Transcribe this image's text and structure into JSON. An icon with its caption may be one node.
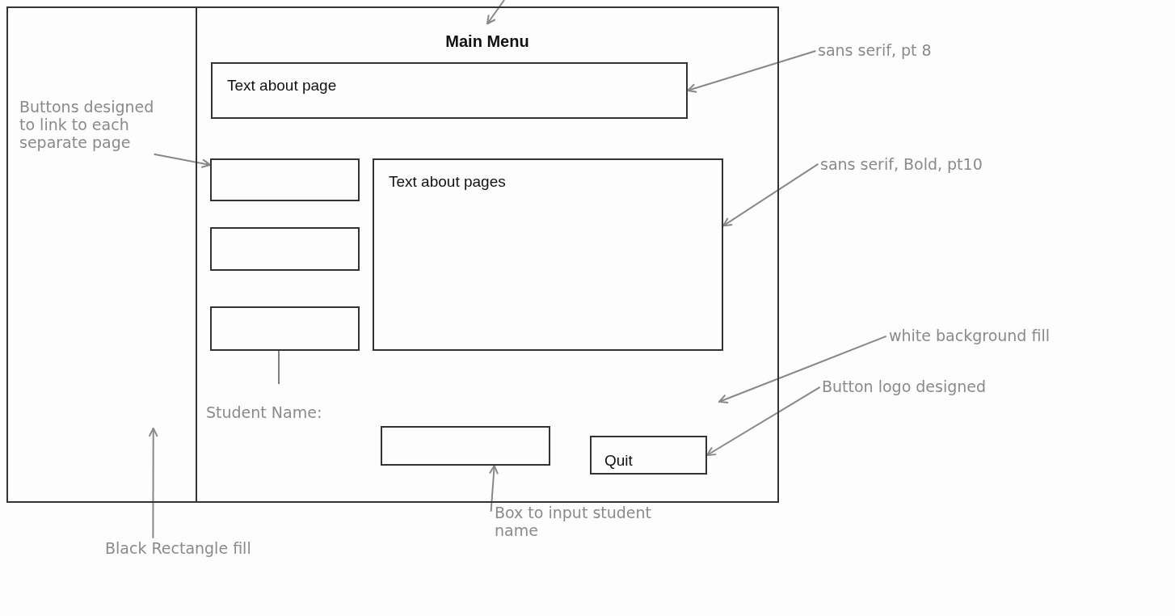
{
  "diagram": {
    "nodes": [
      {
        "text": [],
        "shape": "box"
      },
      {
        "text": [
          "Main Menu"
        ]
      },
      {
        "text": [
          "Text about page"
        ],
        "in": 1
      },
      {
        "text": [],
        "shape": "box",
        "in": 1
      },
      {
        "text": [],
        "shape": "box",
        "in": 1
      },
      {
        "text": [],
        "shape": "box",
        "in": 1
      },
      {
        "text": [
          "Text about pages"
        ],
        "in": 1
      },
      {
        "text": [],
        "shape": "box",
        "in": 1,
        "beside": [
          "Student Name:"
        ]
      },
      {
        "text": [
          "Quit"
        ],
        "in": 1
      },
      {
        "text": [
          "Buttons designed to link to each separate page"
        ],
        "in": 0
      },
      {
        "text": [
          "sans serif, pt 8"
        ]
      },
      {
        "text": [
          "sans serif, Bold, pt10"
        ]
      },
      {
        "text": [
          "white background fill"
        ]
      },
      {
        "text": [
          "Button logo designed"
        ]
      },
      {
        "text": [
          "Box to input student name"
        ]
      },
      {
        "text": [
          "Black Rectangle fill"
        ]
      }
    ],
    "edges": [
      {
        "from": 9,
        "to": 3,
        "arrow": "to"
      },
      {
        "from": 10,
        "to": 2,
        "arrow": "to"
      },
      {
        "from": 11,
        "to": 6,
        "arrow": "to"
      },
      {
        "from": 12,
        "to": null,
        "arrow": "to"
      },
      {
        "from": 13,
        "to": 8,
        "arrow": "to"
      },
      {
        "from": 14,
        "to": 7,
        "arrow": "to"
      },
      {
        "from": 15,
        "to": 0,
        "arrow": "to"
      },
      {
        "from": null,
        "to": 1,
        "arrow": "to"
      }
    ]
  }
}
